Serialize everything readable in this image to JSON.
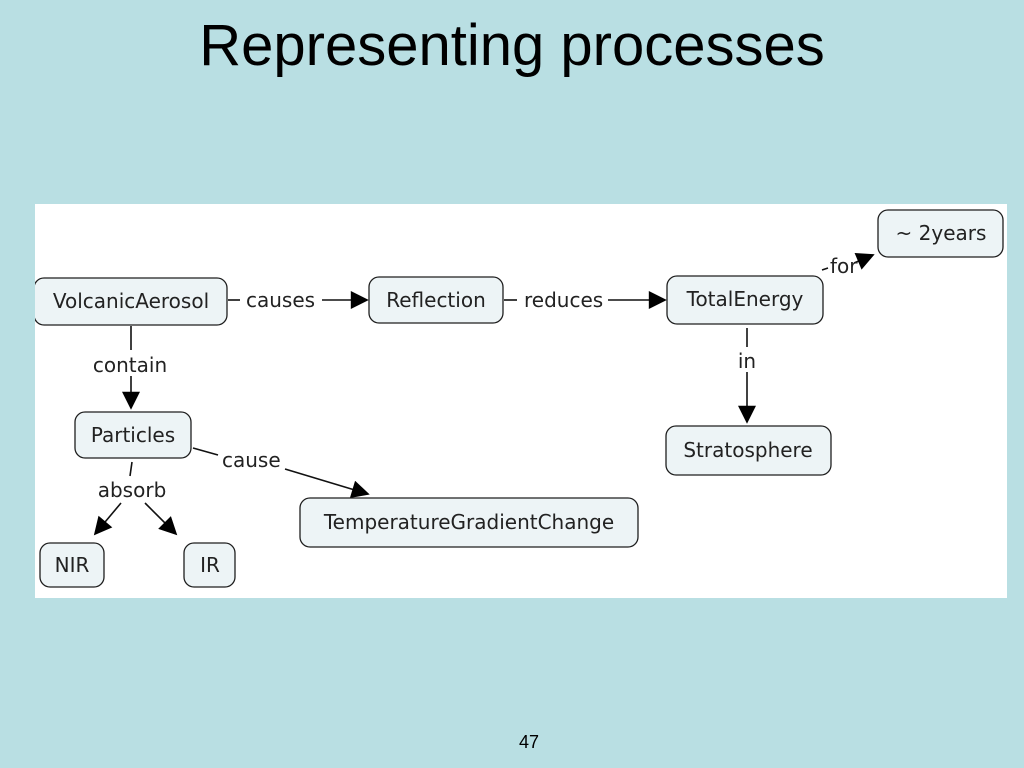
{
  "slide": {
    "title": "Representing processes",
    "page_number": "47"
  },
  "concept_map": {
    "nodes": {
      "volcanic_aerosol": "VolcanicAerosol",
      "reflection": "Reflection",
      "total_energy": "TotalEnergy",
      "two_years": "~ 2years",
      "stratosphere": "Stratosphere",
      "particles": "Particles",
      "temperature_gradient_change": "TemperatureGradientChange",
      "nir": "NIR",
      "ir": "IR"
    },
    "links": {
      "causes": "causes",
      "reduces": "reduces",
      "for": "for",
      "in": "in",
      "contain": "contain",
      "cause": "cause",
      "absorb": "absorb"
    }
  }
}
